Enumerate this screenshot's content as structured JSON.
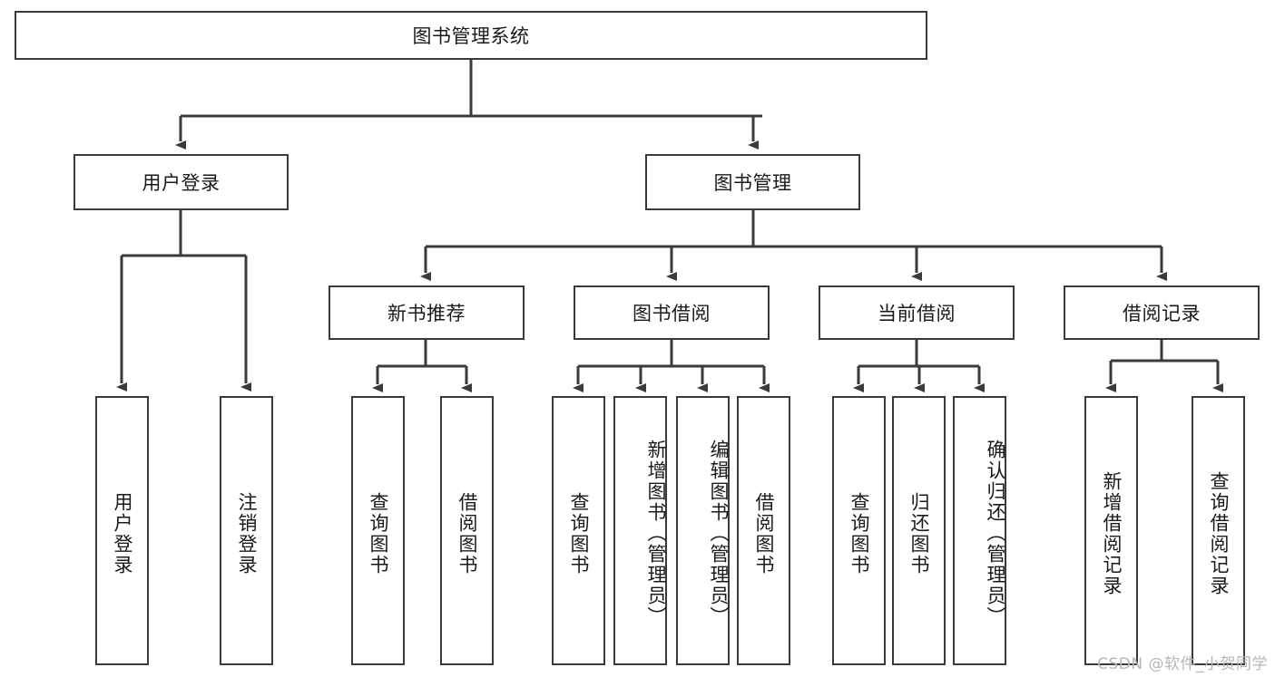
{
  "diagram": {
    "title": "图书管理系统",
    "type": "tree-hierarchy",
    "root": {
      "id": "root",
      "label": "图书管理系统",
      "level": 0
    },
    "level2": [
      {
        "id": "user-login",
        "label": "用户登录"
      },
      {
        "id": "book-manage",
        "label": "图书管理"
      }
    ],
    "level3": [
      {
        "id": "new-book-recommend",
        "label": "新书推荐",
        "parent": "book-manage"
      },
      {
        "id": "book-borrow",
        "label": "图书借阅",
        "parent": "book-manage"
      },
      {
        "id": "current-borrow",
        "label": "当前借阅",
        "parent": "book-manage"
      },
      {
        "id": "borrow-record",
        "label": "借阅记录",
        "parent": "book-manage"
      }
    ],
    "leaves": {
      "user_login": [
        {
          "id": "leaf-user-login",
          "label": "用户登录"
        },
        {
          "id": "leaf-user-logout",
          "label": "注销登录"
        }
      ],
      "new_book_recommend": [
        {
          "id": "leaf-query-book-1",
          "label": "查询图书"
        },
        {
          "id": "leaf-borrow-book-1",
          "label": "借阅图书"
        }
      ],
      "book_borrow": [
        {
          "id": "leaf-query-book-2",
          "label": "查询图书"
        },
        {
          "id": "leaf-add-book",
          "label": "新增图书（管理员）"
        },
        {
          "id": "leaf-edit-book",
          "label": "编辑图书（管理员）"
        },
        {
          "id": "leaf-borrow-book-2",
          "label": "借阅图书"
        }
      ],
      "current_borrow": [
        {
          "id": "leaf-query-book-3",
          "label": "查询图书"
        },
        {
          "id": "leaf-return-book",
          "label": "归还图书"
        },
        {
          "id": "leaf-confirm-return",
          "label": "确认归还（管理员）"
        }
      ],
      "borrow_record": [
        {
          "id": "leaf-add-borrow-record",
          "label": "新增借阅记录"
        },
        {
          "id": "leaf-query-borrow-record",
          "label": "查询借阅记录"
        }
      ]
    }
  },
  "watermark": {
    "text": "CSDN @软件_小贺同学"
  },
  "colors": {
    "stroke": "#3a3a3a",
    "fill": "#ffffff",
    "text": "#1a1a1a",
    "watermark": "#b6b6b6"
  }
}
